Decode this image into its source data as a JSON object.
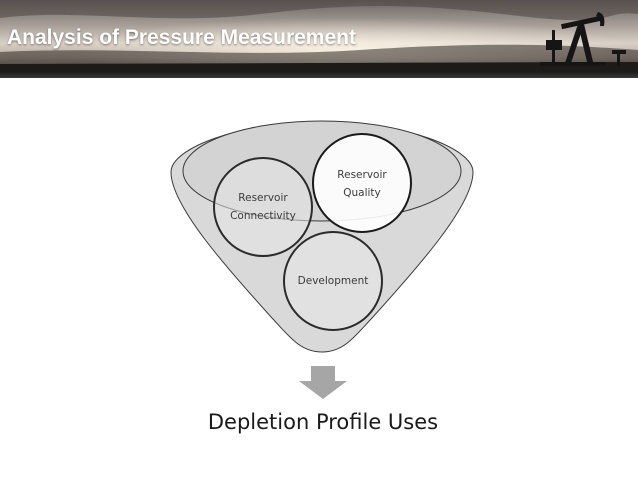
{
  "header": {
    "title": "Analysis of Pressure Measurement",
    "banner_image": "sunset-oil-pumpjack-photo"
  },
  "diagram": {
    "type": "funnel",
    "circles": [
      {
        "label_line1": "Reservoir",
        "label_line2": "Connectivity"
      },
      {
        "label_line1": "Reservoir",
        "label_line2": "Quality"
      },
      {
        "label_line1": "Development"
      }
    ],
    "arrow_icon": "down-arrow-icon",
    "output_label": "Depletion Profile Uses"
  },
  "colors": {
    "funnel_fill": "#d9d9d9",
    "circle_fill": "#e8e8e8",
    "arrow": "#a6a6a6",
    "outline": "#2b2b2b"
  }
}
